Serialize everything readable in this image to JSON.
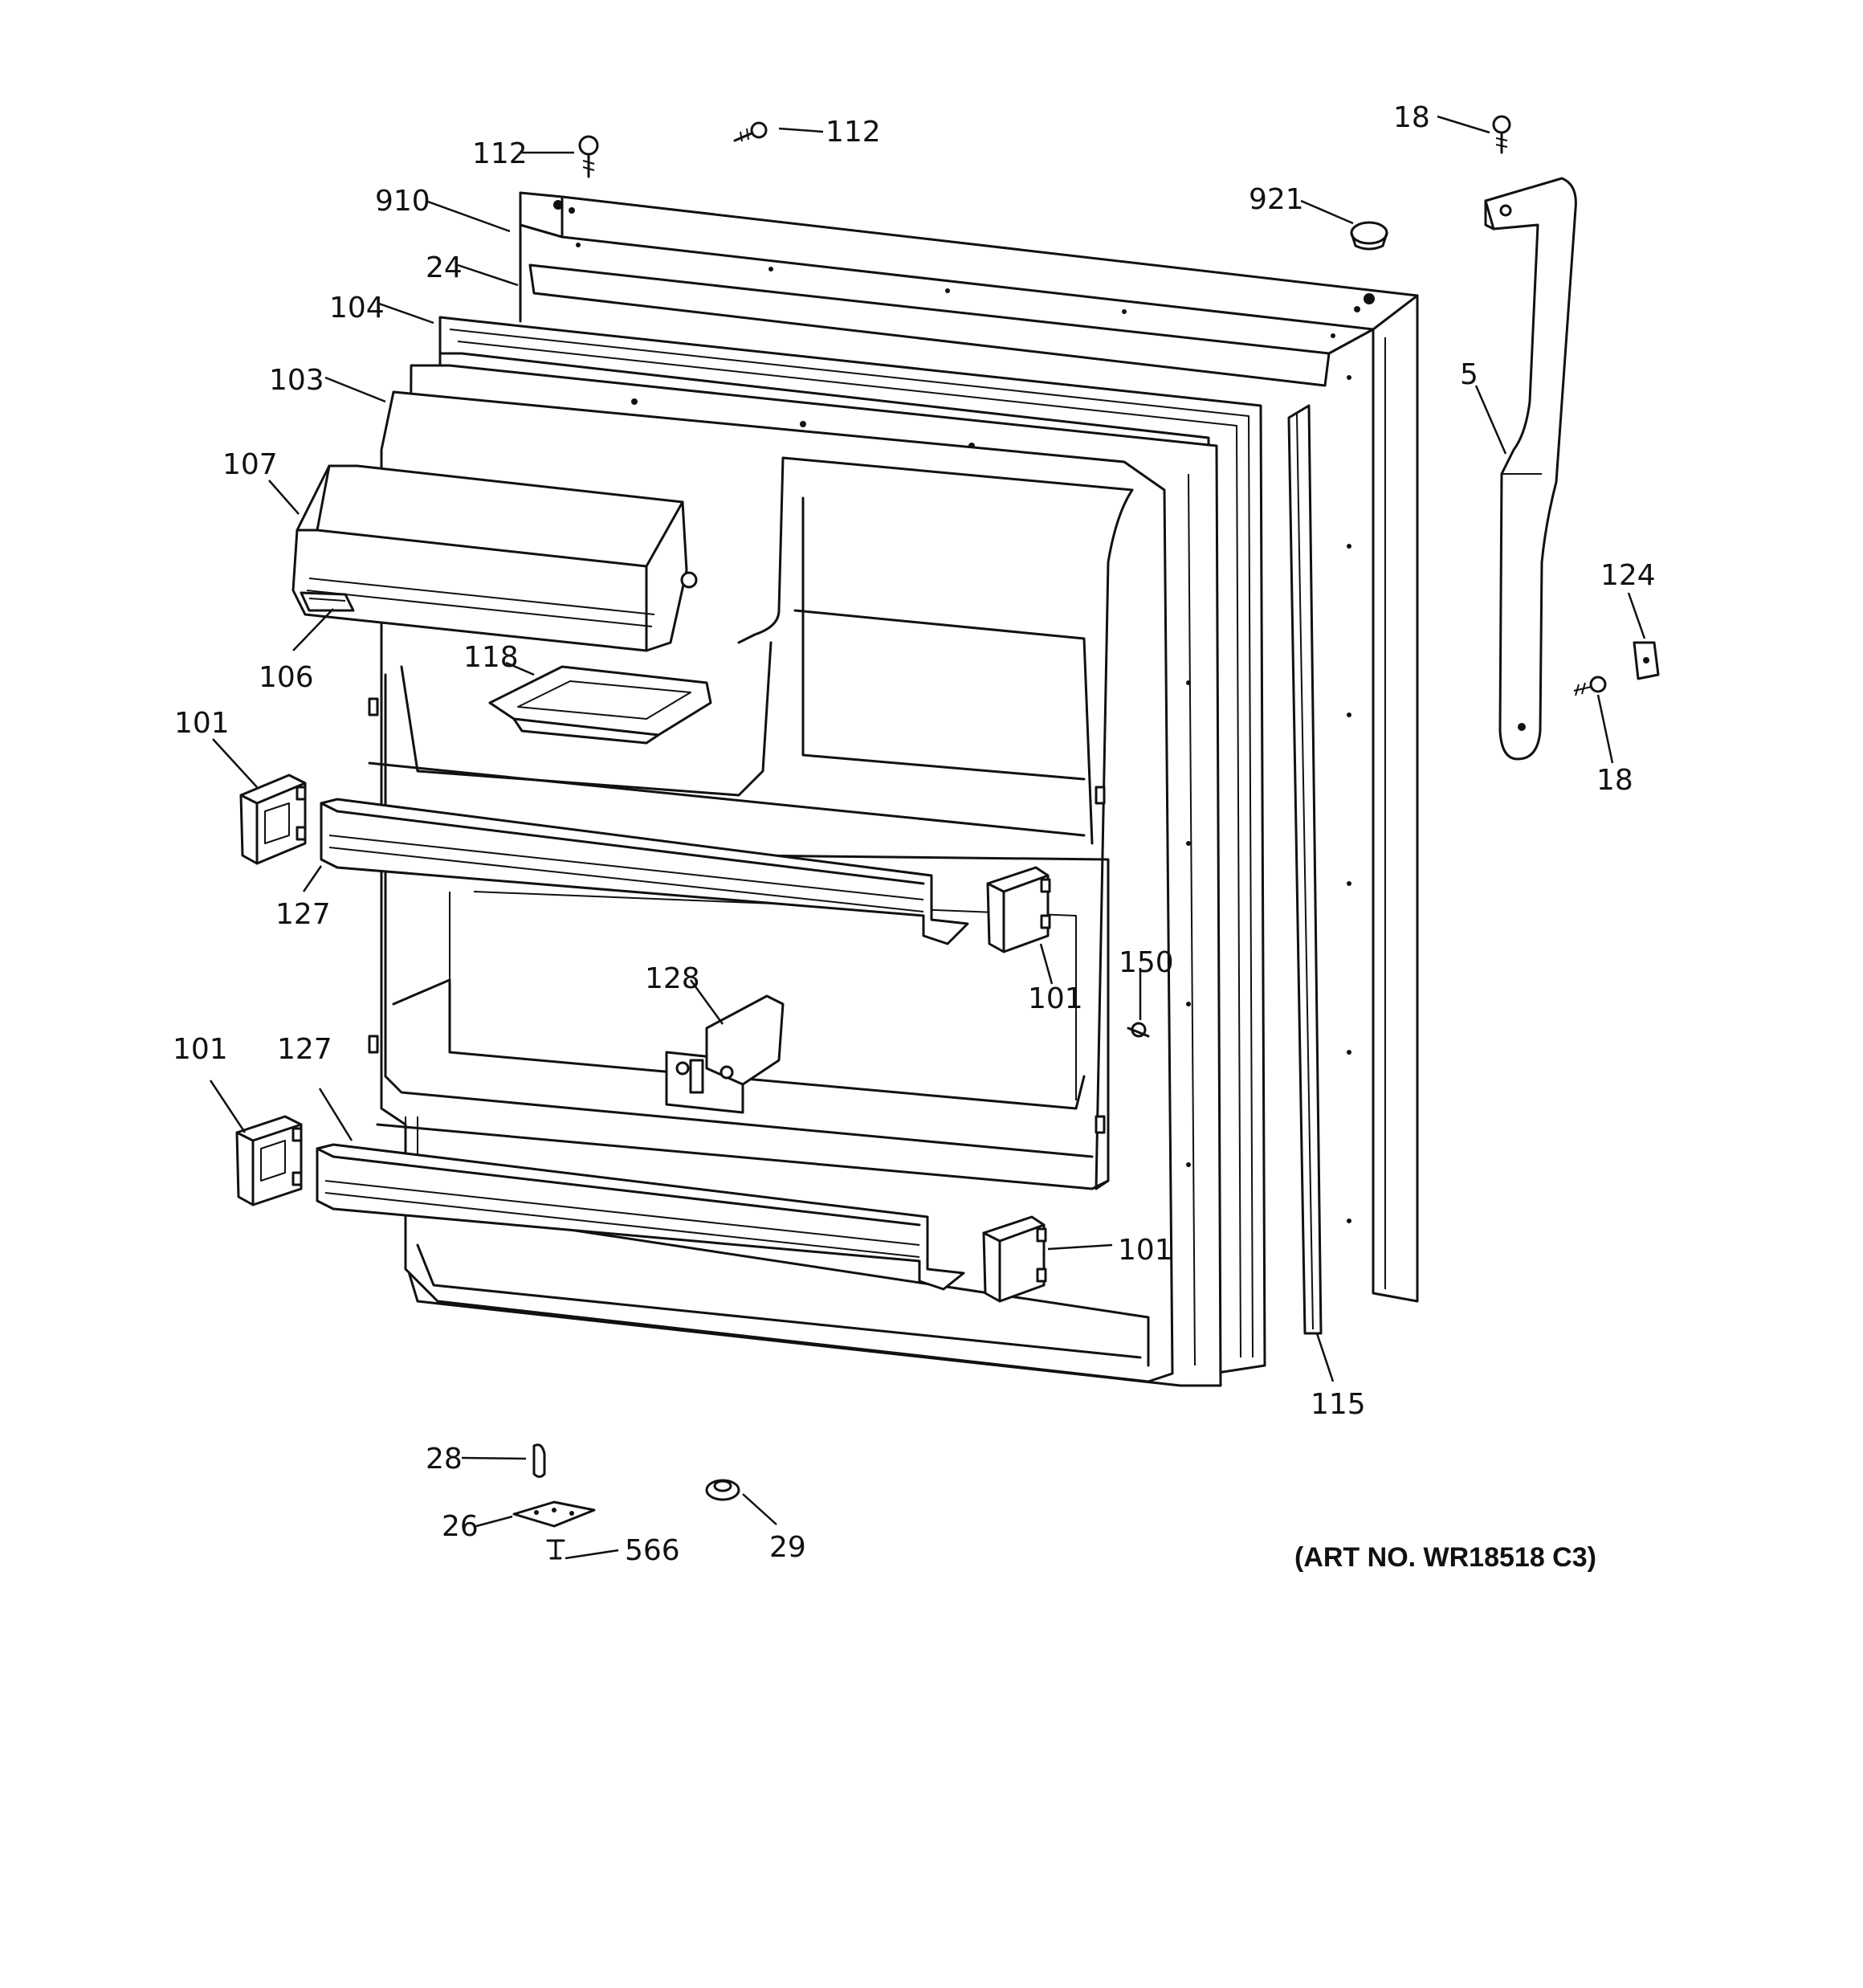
{
  "diagram": {
    "art_number": "(ART NO. WR18518 C3)",
    "colors": {
      "line": "#111111",
      "background": "#ffffff"
    },
    "labels": {
      "screw_112_left": "112",
      "screw_112_right": "112",
      "screw_18_top": "18",
      "door_910": "910",
      "plug_921": "921",
      "trim_24": "24",
      "gasket_104": "104",
      "liner_103": "103",
      "handle_5": "5",
      "dairy_door_107": "107",
      "hinge_124": "124",
      "dairy_hinge_106": "106",
      "shelf_118": "118",
      "screw_18_side": "18",
      "bracket_101_a": "101",
      "shelf_127_a": "127",
      "bracket_101_b": "101",
      "bin_128": "128",
      "screw_150": "150",
      "bracket_101_c": "101",
      "shelf_127_b": "127",
      "bracket_101_d": "101",
      "trim_115": "115",
      "pin_28": "28",
      "plate_26": "26",
      "screw_566": "566",
      "cap_29": "29"
    }
  }
}
